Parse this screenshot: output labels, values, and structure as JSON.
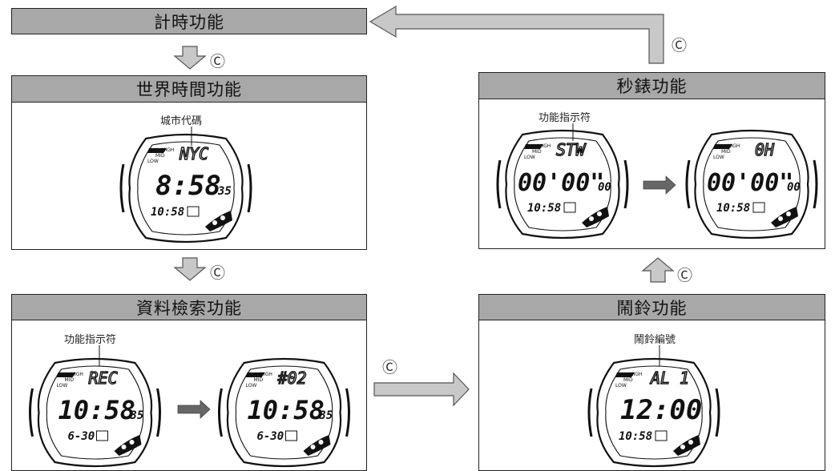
{
  "modes": {
    "timekeeping": {
      "title": "計時功能"
    },
    "world_time": {
      "title": "世界時間功能",
      "callout": "城市代碼"
    },
    "data_bank": {
      "title": "資料檢索功能",
      "callout": "功能指示符"
    },
    "stopwatch": {
      "title": "秒錶功能",
      "callout": "功能指示符"
    },
    "alarm": {
      "title": "鬧鈴功能",
      "callout": "鬧鈴編號"
    }
  },
  "button_symbol": "Ⓒ",
  "watch_screens": {
    "world_time": {
      "top": "NYC",
      "main": "8:58",
      "sec": "35",
      "bottom": "10:58"
    },
    "data_bank_1": {
      "top": "REC",
      "main": "10:58",
      "sec": "35",
      "bottom": "6-30"
    },
    "data_bank_2": {
      "top": "#02",
      "main": "10:58",
      "sec": "35",
      "bottom": "6-30"
    },
    "stopwatch_1": {
      "top": "STW",
      "main": "00'00\"",
      "sec": "00",
      "bottom": "10:58"
    },
    "stopwatch_2": {
      "top": "0H",
      "main": "00'00\"",
      "sec": "00",
      "bottom": "10:58"
    },
    "alarm": {
      "top": "AL 1",
      "main": "12:00",
      "sec": "",
      "bottom": "10:58"
    }
  },
  "watch_indicator_labels": {
    "high": "HIGH",
    "mid": "MID",
    "low": "LOW"
  },
  "colors": {
    "title_bar": "#a8a8a8",
    "arrow_fill": "#c8c8c8",
    "arrow_stroke": "#555555"
  }
}
